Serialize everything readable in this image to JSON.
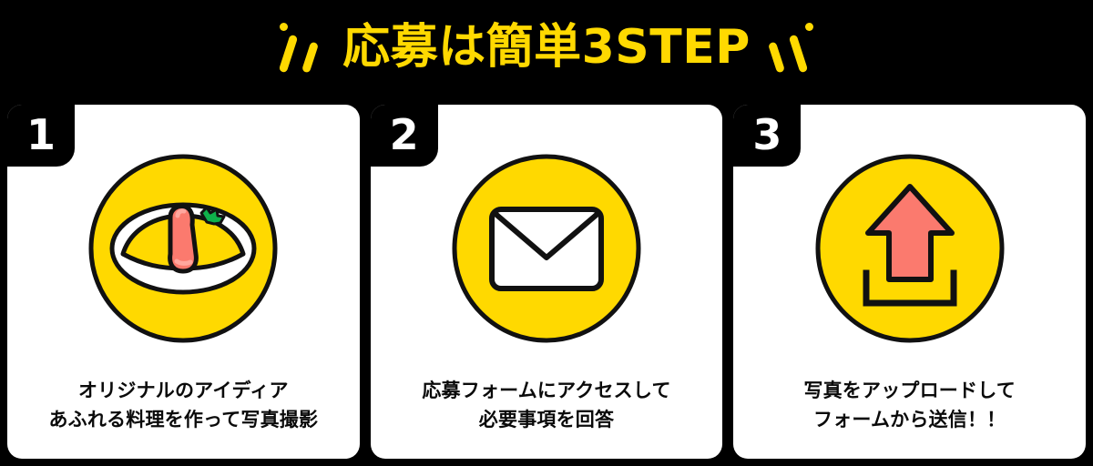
{
  "header": {
    "title": "応募は簡単3STEP",
    "title_color": "#FFD900",
    "background_color": "#000000",
    "decoration_left": "slash-marks-left",
    "decoration_right": "slash-marks-right"
  },
  "theme": {
    "yellow": "#FFD900",
    "salmon": "#FB7A6E",
    "black": "#000000",
    "white": "#FFFFFF",
    "green": "#0FB04B"
  },
  "steps": [
    {
      "number": "1",
      "icon": "omurice-plate-icon",
      "caption_lines": [
        "オリジナルのアイディア",
        "あふれる料理を作って写真撮影"
      ]
    },
    {
      "number": "2",
      "icon": "envelope-icon",
      "caption_lines": [
        "応募フォームにアクセスして",
        "必要事項を回答"
      ]
    },
    {
      "number": "3",
      "icon": "upload-arrow-icon",
      "caption_lines": [
        "写真をアップロードして",
        "フォームから送信！！"
      ]
    }
  ]
}
